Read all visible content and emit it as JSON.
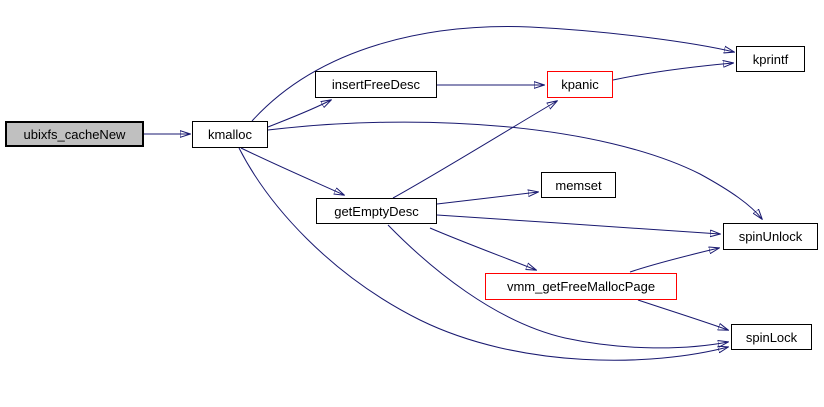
{
  "diagram": {
    "type": "doxygen-call-graph",
    "background_color": "#ffffff",
    "edge_color": "#191970",
    "node_fill": "#ffffff",
    "root_fill": "#c0c0c0",
    "truncated_border_color": "#ff0000",
    "root": "ubixfs_cacheNew",
    "nodes": [
      {
        "id": "ubixfs_cacheNew",
        "label": "ubixfs_cacheNew",
        "fill": "#c0c0c0",
        "border": "#000000",
        "role": "root"
      },
      {
        "id": "kmalloc",
        "label": "kmalloc",
        "fill": "#ffffff",
        "border": "#000000",
        "role": "call"
      },
      {
        "id": "insertFreeDesc",
        "label": "insertFreeDesc",
        "fill": "#ffffff",
        "border": "#000000",
        "role": "call"
      },
      {
        "id": "kpanic",
        "label": "kpanic",
        "fill": "#ffffff",
        "border": "#ff0000",
        "role": "call-truncated"
      },
      {
        "id": "kprintf",
        "label": "kprintf",
        "fill": "#ffffff",
        "border": "#000000",
        "role": "call"
      },
      {
        "id": "getEmptyDesc",
        "label": "getEmptyDesc",
        "fill": "#ffffff",
        "border": "#000000",
        "role": "call"
      },
      {
        "id": "memset",
        "label": "memset",
        "fill": "#ffffff",
        "border": "#000000",
        "role": "call"
      },
      {
        "id": "spinUnlock",
        "label": "spinUnlock",
        "fill": "#ffffff",
        "border": "#000000",
        "role": "call"
      },
      {
        "id": "vmm_getFreeMallocPage",
        "label": "vmm_getFreeMallocPage",
        "fill": "#ffffff",
        "border": "#ff0000",
        "role": "call-truncated"
      },
      {
        "id": "spinLock",
        "label": "spinLock",
        "fill": "#ffffff",
        "border": "#000000",
        "role": "call"
      }
    ],
    "edges": [
      {
        "from": "ubixfs_cacheNew",
        "to": "kmalloc"
      },
      {
        "from": "kmalloc",
        "to": "kprintf"
      },
      {
        "from": "kmalloc",
        "to": "insertFreeDesc"
      },
      {
        "from": "kmalloc",
        "to": "getEmptyDesc"
      },
      {
        "from": "kmalloc",
        "to": "spinUnlock"
      },
      {
        "from": "kmalloc",
        "to": "spinLock"
      },
      {
        "from": "insertFreeDesc",
        "to": "kpanic"
      },
      {
        "from": "kpanic",
        "to": "kprintf"
      },
      {
        "from": "getEmptyDesc",
        "to": "kpanic"
      },
      {
        "from": "getEmptyDesc",
        "to": "memset"
      },
      {
        "from": "getEmptyDesc",
        "to": "spinUnlock"
      },
      {
        "from": "getEmptyDesc",
        "to": "vmm_getFreeMallocPage"
      },
      {
        "from": "getEmptyDesc",
        "to": "spinLock"
      },
      {
        "from": "vmm_getFreeMallocPage",
        "to": "spinUnlock"
      },
      {
        "from": "vmm_getFreeMallocPage",
        "to": "spinLock"
      }
    ]
  }
}
